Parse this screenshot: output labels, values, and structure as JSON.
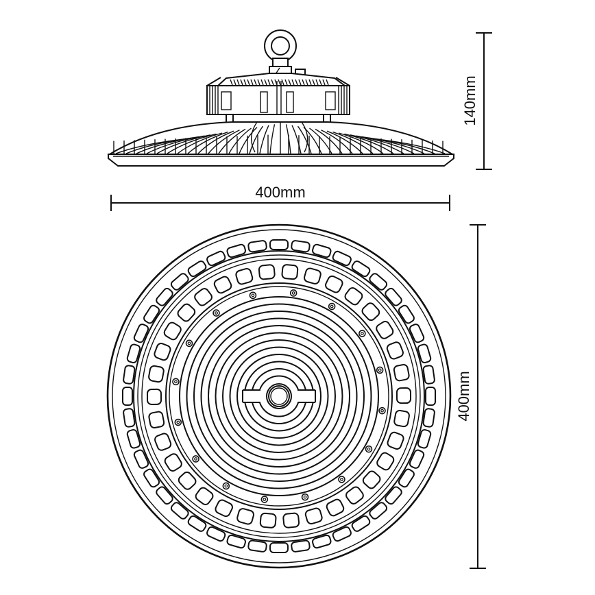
{
  "drawing": {
    "subject": "UFO LED high bay light",
    "line_color": "#111111",
    "background_color": "#ffffff",
    "views": {
      "side_view": {
        "name": "Side elevation",
        "features": [
          "eye-bolt hanging ring",
          "driver housing with vertical fins",
          "cable gland",
          "radial heat-sink fins",
          "lens rim"
        ]
      },
      "top_view": {
        "name": "Bottom plan view",
        "features": [
          "outer rim",
          "outer slot ring",
          "inner slot ring",
          "screw ring",
          "concentric lens rings",
          "center hub"
        ],
        "outer_slot_count": 44,
        "inner_slot_count": 34,
        "screw_count": 16,
        "lens_ring_count": 12
      }
    },
    "dimensions": {
      "side_width": {
        "label": "400mm",
        "orientation": "horizontal"
      },
      "side_height": {
        "label": "140mm",
        "orientation": "vertical"
      },
      "top_diameter": {
        "label": "400mm",
        "orientation": "vertical"
      }
    }
  }
}
